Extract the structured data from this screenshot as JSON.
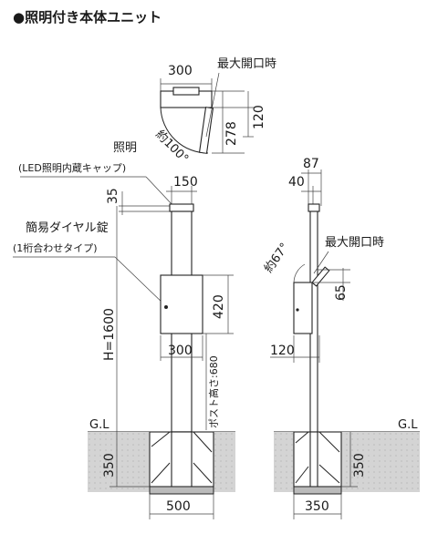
{
  "header": {
    "title": "●照明付き本体ユニット"
  },
  "top_view": {
    "width": "300",
    "depth": "120",
    "open_depth": "278",
    "open_label": "最大開口時",
    "angle": "約100°"
  },
  "front_view": {
    "light_label": "照明",
    "light_note": "(LED照明内蔵キャップ)",
    "lock_label": "簡易ダイヤル錠",
    "lock_note": "(1桁合わせタイプ)",
    "cap_height": "35",
    "post_width": "150",
    "box_height": "420",
    "box_width": "300",
    "post_height_label": "ポスト高さ:680",
    "total_height": "H=1600",
    "ground": "G.L",
    "footing_depth": "350",
    "footing_width": "500"
  },
  "side_view": {
    "overall_depth": "87",
    "post_depth": "40",
    "open_label": "最大開口時",
    "angle": "約67°",
    "flap_height": "65",
    "box_depth": "120",
    "ground": "G.L",
    "footing_depth": "350",
    "footing_width": "350"
  }
}
